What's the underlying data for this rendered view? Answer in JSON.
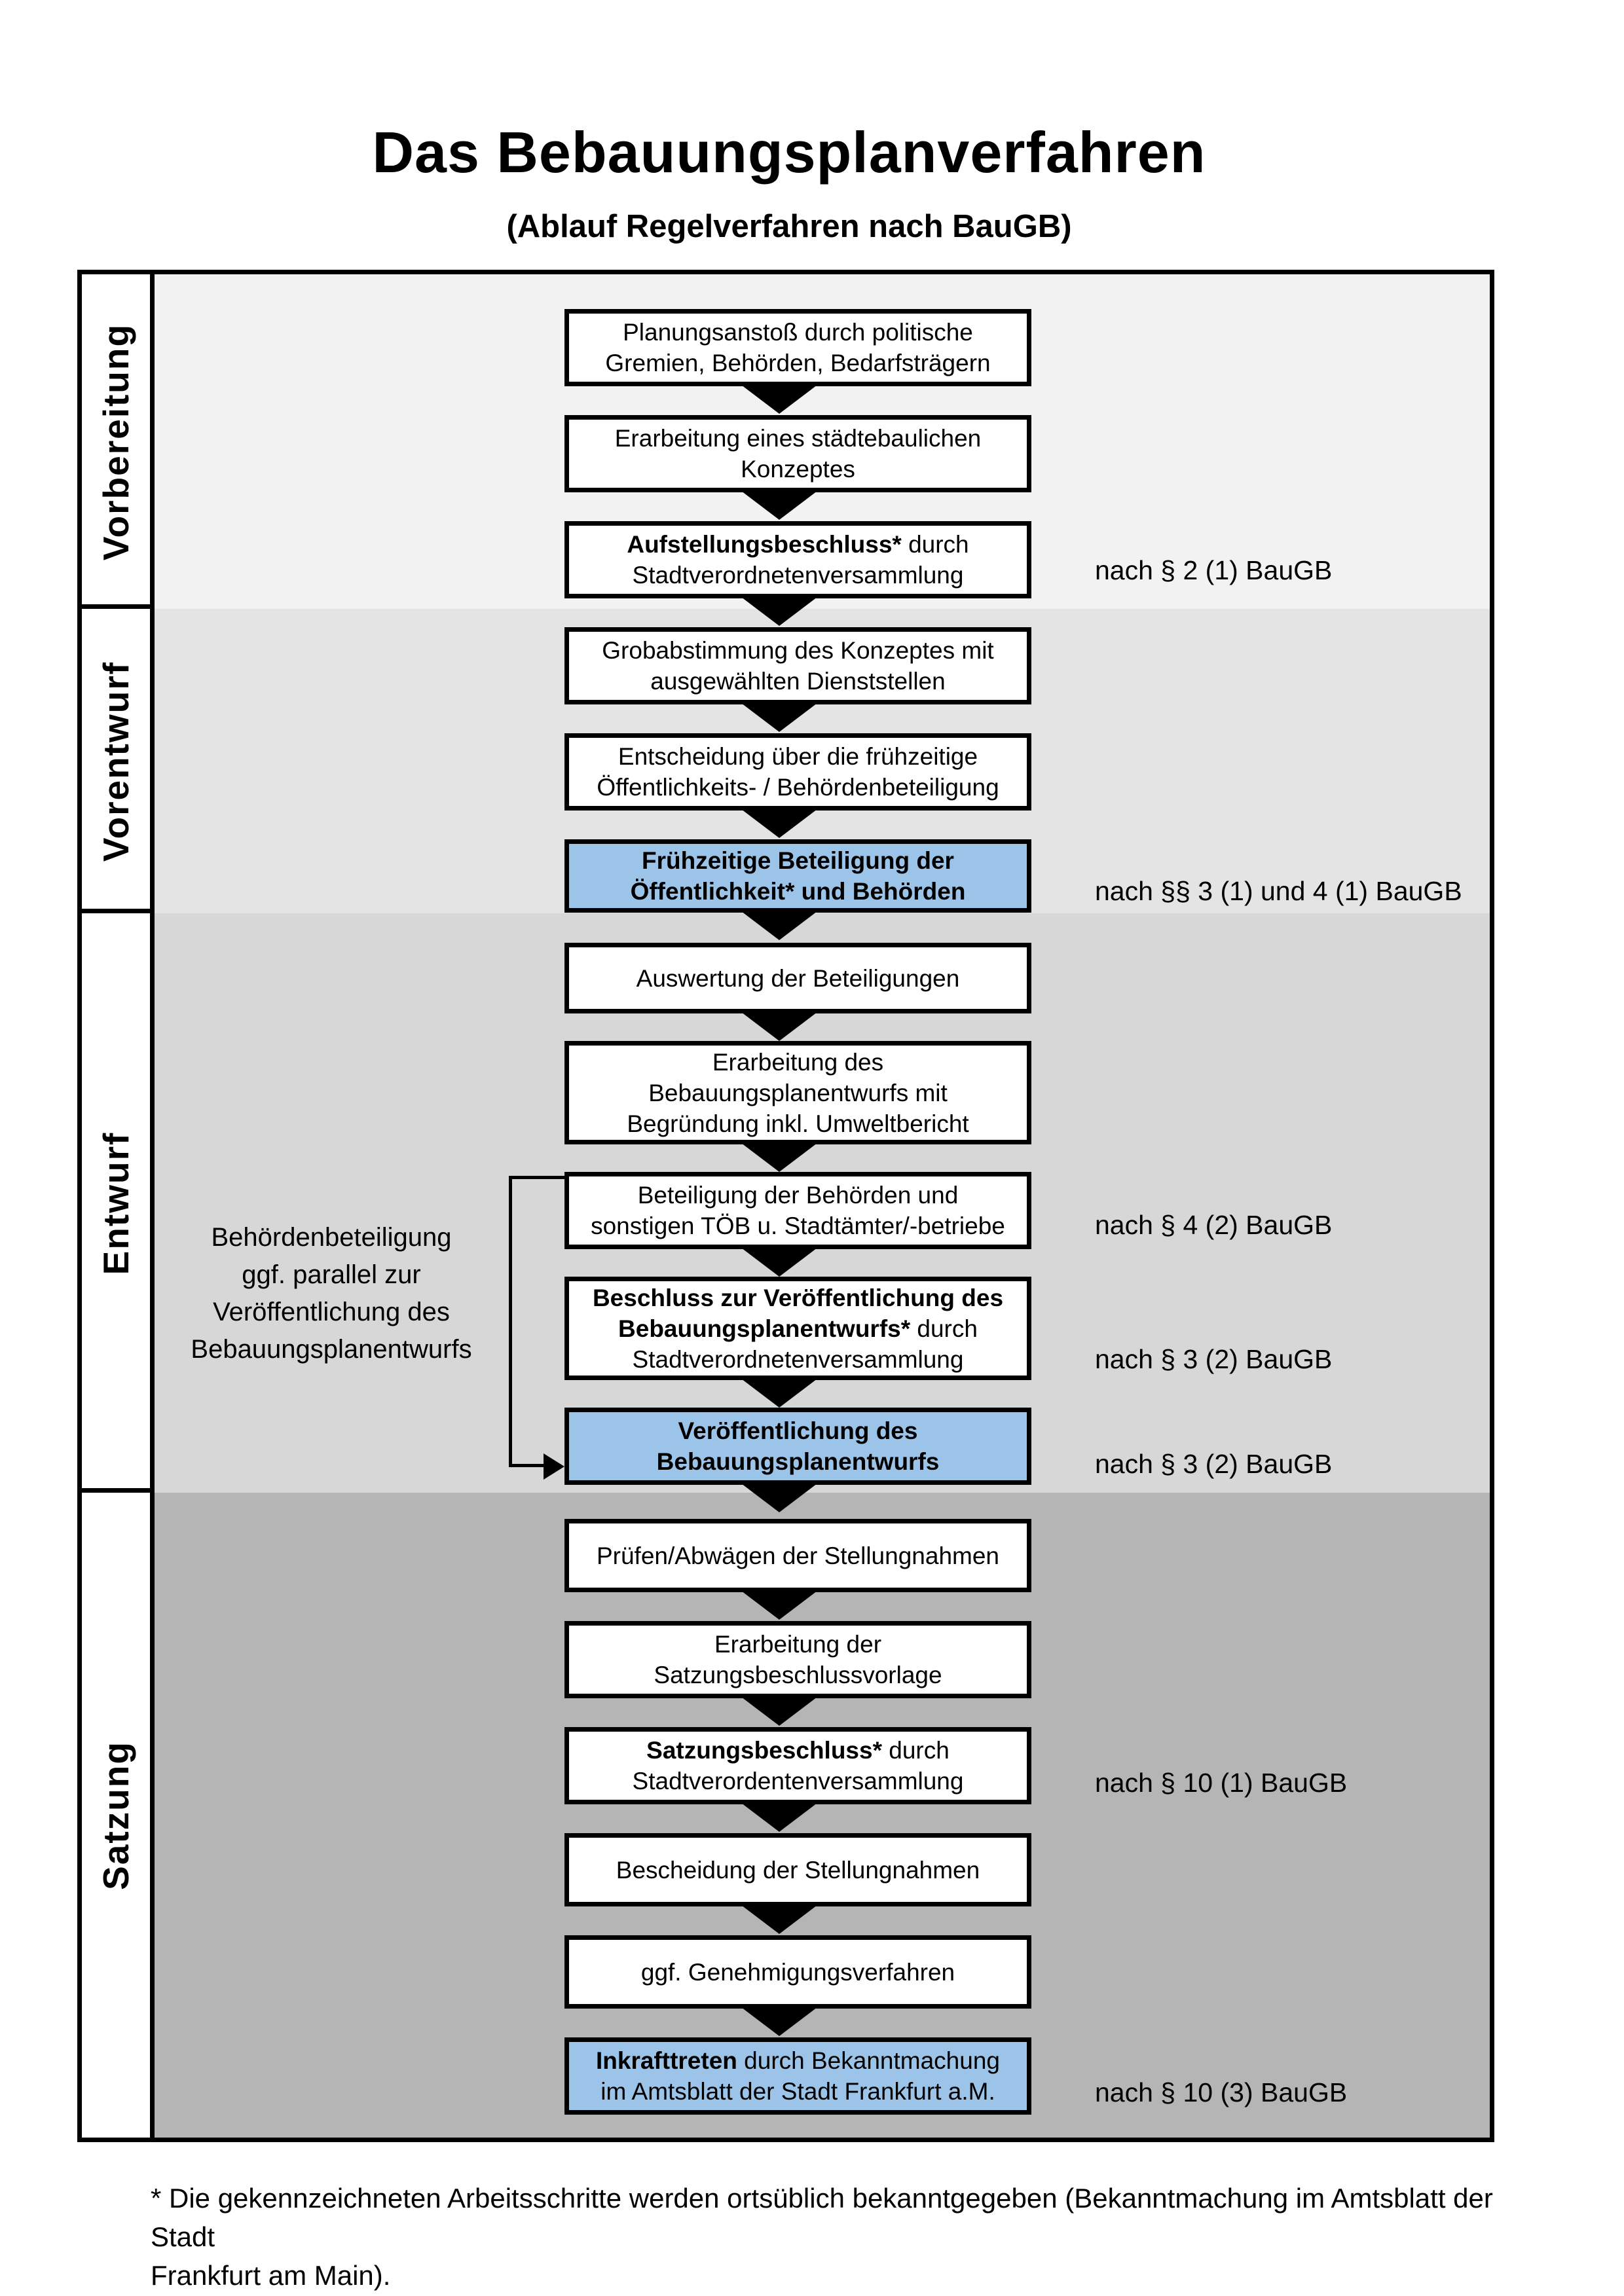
{
  "title": "Das Bebauungsplanverfahren",
  "subtitle": "(Ablauf Regelverfahren nach BauGB)",
  "colors": {
    "highlight_box": "#9cc3e8",
    "band_vorbereitung": "#f2f2f2",
    "band_vorentwurf": "#e4e4e4",
    "band_entwurf": "#d7d7d7",
    "band_satzung": "#b5b5b5",
    "box_border": "#000000"
  },
  "phases": [
    {
      "label": "Vorbereitung"
    },
    {
      "label": "Vorentwurf"
    },
    {
      "label": "Entwurf"
    },
    {
      "label": "Satzung"
    }
  ],
  "boxes": [
    {
      "id": "planungsanstoss",
      "phase": "Vorbereitung",
      "highlight": false,
      "lines": [
        [
          {
            "text": "Planungsanstoß durch politische",
            "bold": false
          }
        ],
        [
          {
            "text": "Gremien, Behörden, Bedarfsträgern",
            "bold": false
          }
        ]
      ]
    },
    {
      "id": "staedtebauliches-konzept",
      "phase": "Vorbereitung",
      "highlight": false,
      "lines": [
        [
          {
            "text": "Erarbeitung eines städtebaulichen",
            "bold": false
          }
        ],
        [
          {
            "text": "Konzeptes",
            "bold": false
          }
        ]
      ]
    },
    {
      "id": "aufstellungsbeschluss",
      "phase": "Vorbereitung",
      "highlight": false,
      "lines": [
        [
          {
            "text": "Aufstellungsbeschluss*",
            "bold": true
          },
          {
            "text": " durch",
            "bold": false
          }
        ],
        [
          {
            "text": "Stadtverordnetenversammlung",
            "bold": false
          }
        ]
      ]
    },
    {
      "id": "grobabstimmung",
      "phase": "Vorentwurf",
      "highlight": false,
      "lines": [
        [
          {
            "text": "Grobabstimmung des Konzeptes mit",
            "bold": false
          }
        ],
        [
          {
            "text": "ausgewählten Dienststellen",
            "bold": false
          }
        ]
      ]
    },
    {
      "id": "entscheidung-beteiligung",
      "phase": "Vorentwurf",
      "highlight": false,
      "lines": [
        [
          {
            "text": "Entscheidung über die frühzeitige",
            "bold": false
          }
        ],
        [
          {
            "text": "Öffentlichkeits- / Behördenbeteiligung",
            "bold": false
          }
        ]
      ]
    },
    {
      "id": "fruehzeitige-beteiligung",
      "phase": "Vorentwurf",
      "highlight": true,
      "lines": [
        [
          {
            "text": "Frühzeitige Beteiligung der",
            "bold": true
          }
        ],
        [
          {
            "text": "Öffentlichkeit* und Behörden",
            "bold": true
          }
        ]
      ]
    },
    {
      "id": "auswertung",
      "phase": "Entwurf",
      "highlight": false,
      "lines": [
        [
          {
            "text": "Auswertung der Beteiligungen",
            "bold": false
          }
        ]
      ]
    },
    {
      "id": "erarbeitung-entwurf",
      "phase": "Entwurf",
      "highlight": false,
      "lines": [
        [
          {
            "text": "Erarbeitung des",
            "bold": false
          }
        ],
        [
          {
            "text": "Bebauungsplanentwurfs mit",
            "bold": false
          }
        ],
        [
          {
            "text": "Begründung inkl. Umweltbericht",
            "bold": false
          }
        ]
      ]
    },
    {
      "id": "beteiligung-behoerden",
      "phase": "Entwurf",
      "highlight": false,
      "lines": [
        [
          {
            "text": "Beteiligung der Behörden und",
            "bold": false
          }
        ],
        [
          {
            "text": "sonstigen TÖB u. Stadtämter/-betriebe",
            "bold": false
          }
        ]
      ]
    },
    {
      "id": "beschluss-veroeffentlichung",
      "phase": "Entwurf",
      "highlight": false,
      "lines": [
        [
          {
            "text": "Beschluss zur Veröffentlichung des",
            "bold": true
          }
        ],
        [
          {
            "text": "Bebauungsplanentwurfs*",
            "bold": true
          },
          {
            "text": " durch",
            "bold": false
          }
        ],
        [
          {
            "text": "Stadtverordnetenversammlung",
            "bold": false
          }
        ]
      ]
    },
    {
      "id": "veroeffentlichung-entwurf",
      "phase": "Entwurf",
      "highlight": true,
      "lines": [
        [
          {
            "text": "Veröffentlichung des",
            "bold": true
          }
        ],
        [
          {
            "text": "Bebauungsplanentwurfs",
            "bold": true
          }
        ]
      ]
    },
    {
      "id": "pruefen-abwaegen",
      "phase": "Satzung",
      "highlight": false,
      "lines": [
        [
          {
            "text": "Prüfen/Abwägen der Stellungnahmen",
            "bold": false
          }
        ]
      ]
    },
    {
      "id": "satzungsbeschlussvorlage",
      "phase": "Satzung",
      "highlight": false,
      "lines": [
        [
          {
            "text": "Erarbeitung der",
            "bold": false
          }
        ],
        [
          {
            "text": "Satzungsbeschlussvorlage",
            "bold": false
          }
        ]
      ]
    },
    {
      "id": "satzungsbeschluss",
      "phase": "Satzung",
      "highlight": false,
      "lines": [
        [
          {
            "text": "Satzungsbeschluss*",
            "bold": true
          },
          {
            "text": " durch",
            "bold": false
          }
        ],
        [
          {
            "text": "Stadtverordentenversammlung",
            "bold": false
          }
        ]
      ]
    },
    {
      "id": "bescheidung",
      "phase": "Satzung",
      "highlight": false,
      "lines": [
        [
          {
            "text": "Bescheidung der Stellungnahmen",
            "bold": false
          }
        ]
      ]
    },
    {
      "id": "genehmigungsverfahren",
      "phase": "Satzung",
      "highlight": false,
      "lines": [
        [
          {
            "text": "ggf. Genehmigungsverfahren",
            "bold": false
          }
        ]
      ]
    },
    {
      "id": "inkrafttreten",
      "phase": "Satzung",
      "highlight": true,
      "lines": [
        [
          {
            "text": "Inkrafttreten",
            "bold": true
          },
          {
            "text": " durch Bekanntmachung",
            "bold": false
          }
        ],
        [
          {
            "text": "im Amtsblatt der Stadt Frankfurt a.M.",
            "bold": false
          }
        ]
      ]
    }
  ],
  "annotations": [
    {
      "text": "nach § 2 (1) BauGB"
    },
    {
      "text": "nach §§ 3 (1) und 4 (1) BauGB"
    },
    {
      "text": "nach § 4 (2) BauGB"
    },
    {
      "text": "nach § 3 (2) BauGB"
    },
    {
      "text": "nach § 3 (2) BauGB"
    },
    {
      "text": "nach § 10 (1) BauGB"
    },
    {
      "text": "nach § 10 (3) BauGB"
    }
  ],
  "side_note": {
    "lines": [
      "Behördenbeteiligung",
      "ggf. parallel zur",
      "Veröffentlichung des",
      "Bebauungsplanentwurfs"
    ]
  },
  "footnote": {
    "lines": [
      "* Die gekennzeichneten Arbeitsschritte werden ortsüblich bekanntgegeben (Bekanntmachung im Amtsblatt  der Stadt",
      "Frankfurt am Main)."
    ]
  }
}
